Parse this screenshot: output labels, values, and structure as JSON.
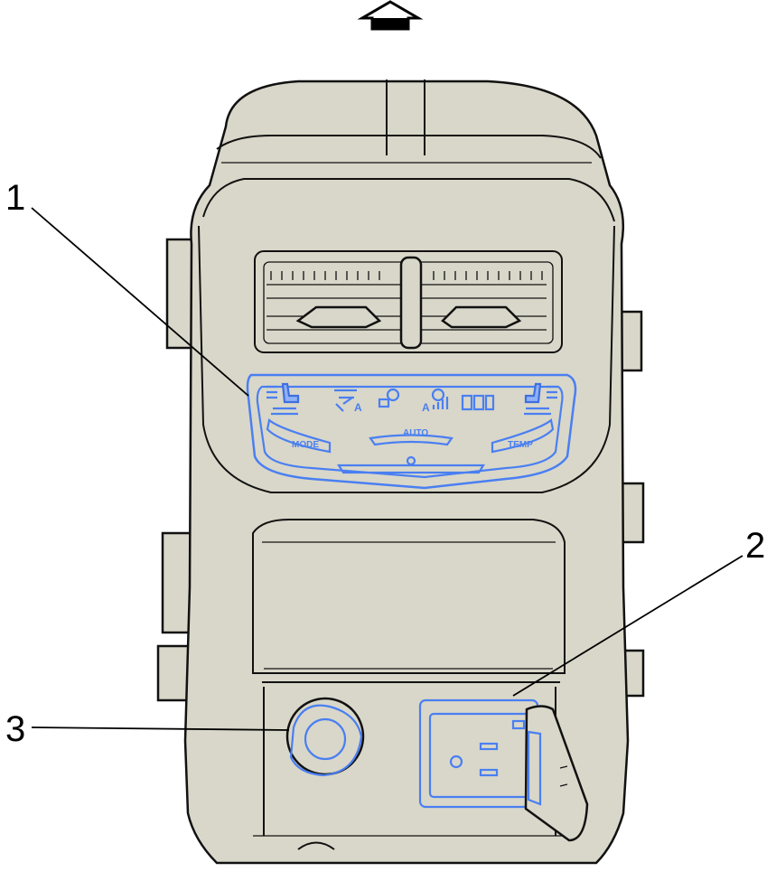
{
  "direction_indicator": {
    "icon": "arrow-up-forward-icon"
  },
  "callouts": [
    {
      "id": "1",
      "label": "1"
    },
    {
      "id": "2",
      "label": "2"
    },
    {
      "id": "3",
      "label": "3"
    }
  ],
  "control_panel": {
    "mode_label": "MODE",
    "auto_label": "AUTO",
    "temp_label": "TEMP",
    "highlight_color": "#4a7ff2"
  },
  "colors": {
    "body": "#d9d7c9",
    "outline": "#111111",
    "highlight": "#4a7ff2"
  }
}
